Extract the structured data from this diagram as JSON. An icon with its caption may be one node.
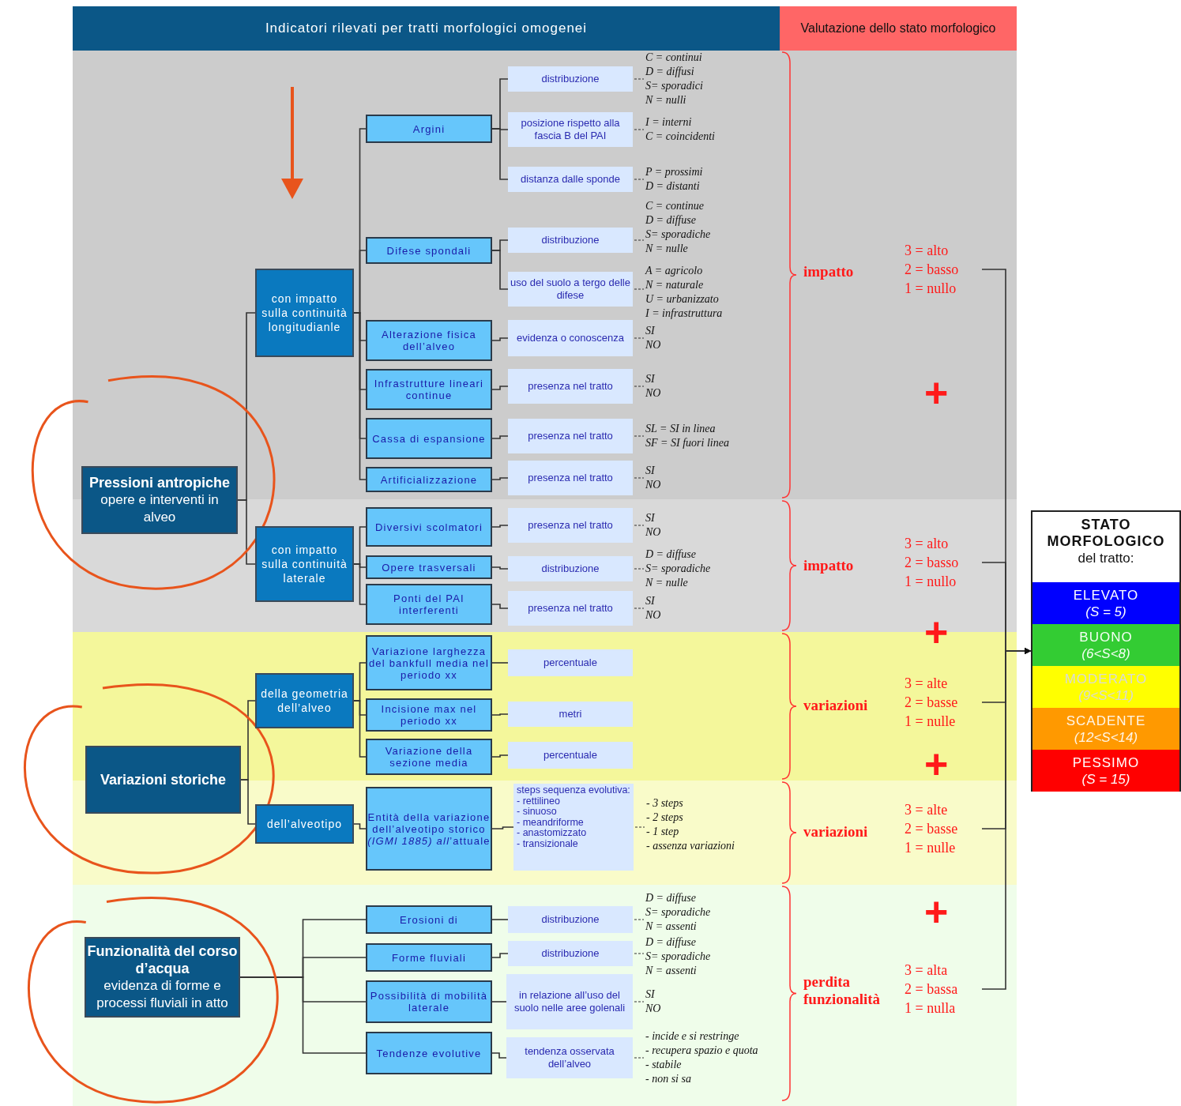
{
  "diagram": {
    "nodes": [
      {
        "text": [
          "Indicatori rilevati per tratti morfologici omogenei"
        ]
      },
      {
        "text": [
          "Valutazione dello stato morfologico"
        ]
      },
      {
        "text": [
          "Pressioni antropiche",
          "opere e interventi in alveo"
        ]
      },
      {
        "text": [
          "con impatto sulla continuità longitudianle"
        ]
      },
      {
        "text": [
          "con impatto sulla continuità laterale"
        ]
      },
      {
        "text": [
          "Argini"
        ]
      },
      {
        "text": [
          "Difese spondali"
        ]
      },
      {
        "text": [
          "Alterazione fisica dell’alveo"
        ]
      },
      {
        "text": [
          "Infrastrutture lineari continue"
        ]
      },
      {
        "text": [
          "Cassa di espansione"
        ]
      },
      {
        "text": [
          "Artificializzazione"
        ]
      },
      {
        "text": [
          "Diversivi scolmatori"
        ]
      },
      {
        "text": [
          "Opere trasversali"
        ]
      },
      {
        "text": [
          "Ponti del PAI interferenti"
        ]
      },
      {
        "text": [
          "distribuzione"
        ],
        "beside": [
          "C = continui",
          "D = diffusi",
          "S= sporadici",
          "N = nulli"
        ]
      },
      {
        "text": [
          "posizione rispetto alla fascia B del PAI"
        ],
        "beside": [
          "I = interni",
          "C = coincidenti"
        ]
      },
      {
        "text": [
          "distanza dalle sponde"
        ],
        "beside": [
          "P = prossimi",
          "D = distanti"
        ]
      },
      {
        "text": [
          "distribuzione"
        ],
        "beside": [
          "C = continue",
          "D = diffuse",
          "S= sporadiche",
          "N = nulle"
        ]
      },
      {
        "text": [
          "uso del suolo a tergo delle difese"
        ],
        "beside": [
          "A = agricolo",
          "N = naturale",
          "U = urbanizzato",
          "I = infrastruttura"
        ]
      },
      {
        "text": [
          "evidenza o conoscenza"
        ],
        "beside": [
          "SI",
          "NO"
        ]
      },
      {
        "text": [
          "presenza nel tratto"
        ],
        "beside": [
          "SI",
          "NO"
        ]
      },
      {
        "text": [
          "presenza nel tratto"
        ],
        "beside": [
          "SL = SI in linea",
          "SF = SI fuori linea"
        ]
      },
      {
        "text": [
          "presenza nel tratto"
        ],
        "beside": [
          "SI",
          "NO"
        ]
      },
      {
        "text": [
          "presenza nel tratto"
        ],
        "beside": [
          "SI",
          "NO"
        ]
      },
      {
        "text": [
          "distribuzione"
        ],
        "beside": [
          "D = diffuse",
          "S= sporadiche",
          "N = nulle"
        ]
      },
      {
        "text": [
          "presenza nel tratto"
        ],
        "beside": [
          "SI",
          "NO"
        ]
      },
      {
        "text": [
          "Variazioni storiche"
        ]
      },
      {
        "text": [
          "della geometria dell’alveo"
        ]
      },
      {
        "text": [
          "dell’alveotipo"
        ]
      },
      {
        "text": [
          "Variazione larghezza del bankfull media nel periodo xx"
        ]
      },
      {
        "text": [
          "Incisione max nel periodo xx"
        ]
      },
      {
        "text": [
          "Variazione della sezione media"
        ]
      },
      {
        "text": [
          "Entità della variazione dell’alveotipo storico *(IGMI 1885)* *all*’attuale"
        ]
      },
      {
        "text": [
          "percentuale"
        ]
      },
      {
        "text": [
          "metri"
        ]
      },
      {
        "text": [
          "percentuale"
        ]
      },
      {
        "text": [
          "steps sequenza evolutiva:",
          "- rettilineo",
          "- sinuoso",
          "- meandriforme",
          "- anastomizzato",
          "- transizionale"
        ],
        "beside": [
          "- 3 steps",
          "- 2 steps",
          "- 1 step",
          "- assenza variazioni"
        ]
      },
      {
        "text": [
          "Funzionalità del corso d’acqua",
          "evidenza di forme e processi fluviali in atto"
        ]
      },
      {
        "text": [
          "Erosioni di"
        ]
      },
      {
        "text": [
          "Forme fluviali"
        ]
      },
      {
        "text": [
          "Possibilità di mobilità laterale"
        ]
      },
      {
        "text": [
          "Tendenze evolutive"
        ]
      },
      {
        "text": [
          "distribuzione"
        ],
        "beside": [
          "D = diffuse",
          "S= sporadiche",
          "N = assenti"
        ]
      },
      {
        "text": [
          "distribuzione"
        ],
        "beside": [
          "D = diffuse",
          "S= sporadiche",
          "N = assenti"
        ]
      },
      {
        "text": [
          "in relazione all’uso del suolo nelle aree golenali"
        ],
        "beside": [
          "SI",
          "NO"
        ]
      },
      {
        "text": [
          "tendenza osservata dell’alveo"
        ],
        "beside": [
          "- incide e si restringe",
          "- recupera spazio e quota",
          "- stabile",
          "- non si sa"
        ]
      },
      {
        "text": [
          "3 = alto",
          "2 = basso",
          "1 = nullo"
        ]
      },
      {
        "text": [
          "3 = alto",
          "2 = basso",
          "1 = nullo"
        ]
      },
      {
        "text": [
          "3 = alte",
          "2 = basse",
          "1 = nulle"
        ]
      },
      {
        "text": [
          "3 = alte",
          "2 = basse",
          "1 = nulle"
        ]
      },
      {
        "text": [
          "3 = alta",
          "2 = bassa",
          "1 = nulla"
        ]
      },
      {
        "text": [
          "STATO MORFOLOGICO",
          "del tratto:"
        ]
      },
      {
        "text": [
          "ELEVATO",
          "(S = 5)"
        ],
        "in": 51
      },
      {
        "text": [
          "BUONO",
          "(6<S<8)"
        ],
        "in": 51
      },
      {
        "text": [
          "MODERATO",
          "(9<S<11)"
        ],
        "in": 51
      },
      {
        "text": [
          "SCADENTE",
          "(12<S<14)"
        ],
        "in": 51
      },
      {
        "text": [
          "PESSIMO",
          "(S = 15)"
        ],
        "in": 51
      }
    ],
    "edges": [
      {
        "from": 2,
        "to": 3,
        "arrow": "none"
      },
      {
        "from": 2,
        "to": 4,
        "arrow": "none"
      },
      {
        "from": 3,
        "to": 5,
        "arrow": "none"
      },
      {
        "from": 3,
        "to": 6,
        "arrow": "none"
      },
      {
        "from": 3,
        "to": 7,
        "arrow": "none"
      },
      {
        "from": 3,
        "to": 8,
        "arrow": "none"
      },
      {
        "from": 3,
        "to": 9,
        "arrow": "none"
      },
      {
        "from": 3,
        "to": 10,
        "arrow": "none"
      },
      {
        "from": 4,
        "to": 11,
        "arrow": "none"
      },
      {
        "from": 4,
        "to": 12,
        "arrow": "none"
      },
      {
        "from": 4,
        "to": 13,
        "arrow": "none"
      },
      {
        "from": 5,
        "to": 14,
        "arrow": "none"
      },
      {
        "from": 5,
        "to": 15,
        "arrow": "none"
      },
      {
        "from": 5,
        "to": 16,
        "arrow": "none"
      },
      {
        "from": 6,
        "to": 17,
        "arrow": "none"
      },
      {
        "from": 6,
        "to": 18,
        "arrow": "none"
      },
      {
        "from": 7,
        "to": 19,
        "arrow": "none"
      },
      {
        "from": 8,
        "to": 20,
        "arrow": "none"
      },
      {
        "from": 9,
        "to": 21,
        "arrow": "none"
      },
      {
        "from": 10,
        "to": 22,
        "arrow": "none"
      },
      {
        "from": 11,
        "to": 23,
        "arrow": "none"
      },
      {
        "from": 12,
        "to": 24,
        "arrow": "none"
      },
      {
        "from": 13,
        "to": 25,
        "arrow": "none"
      },
      {
        "from": 26,
        "to": 27,
        "arrow": "none"
      },
      {
        "from": 26,
        "to": 28,
        "arrow": "none"
      },
      {
        "from": 27,
        "to": 29,
        "arrow": "none"
      },
      {
        "from": 27,
        "to": 30,
        "arrow": "none"
      },
      {
        "from": 27,
        "to": 31,
        "arrow": "none"
      },
      {
        "from": 28,
        "to": 32,
        "arrow": "none"
      },
      {
        "from": 29,
        "to": 33,
        "arrow": "none"
      },
      {
        "from": 30,
        "to": 34,
        "arrow": "none"
      },
      {
        "from": 31,
        "to": 35,
        "arrow": "none"
      },
      {
        "from": 32,
        "to": 36,
        "arrow": "none"
      },
      {
        "from": 37,
        "to": 38,
        "arrow": "none"
      },
      {
        "from": 37,
        "to": 39,
        "arrow": "none"
      },
      {
        "from": 37,
        "to": 40,
        "arrow": "none"
      },
      {
        "from": 37,
        "to": 41,
        "arrow": "none"
      },
      {
        "from": 38,
        "to": 42,
        "arrow": "none"
      },
      {
        "from": 39,
        "to": 43,
        "arrow": "none"
      },
      {
        "from": 40,
        "to": 44,
        "arrow": "none"
      },
      {
        "from": 41,
        "to": 45,
        "arrow": "none"
      },
      {
        "from": 46,
        "to": 51,
        "arrow": "to"
      },
      {
        "from": 47,
        "to": 51,
        "arrow": "to"
      },
      {
        "from": 48,
        "to": 51,
        "arrow": "to"
      },
      {
        "from": 49,
        "to": 51,
        "arrow": "to"
      },
      {
        "from": 50,
        "to": 51,
        "arrow": "to"
      }
    ],
    "labels": [
      "impatto",
      "+",
      "impatto",
      "+",
      "variazioni",
      "+",
      "variazioni",
      "+",
      "perdita funzionalità"
    ]
  }
}
